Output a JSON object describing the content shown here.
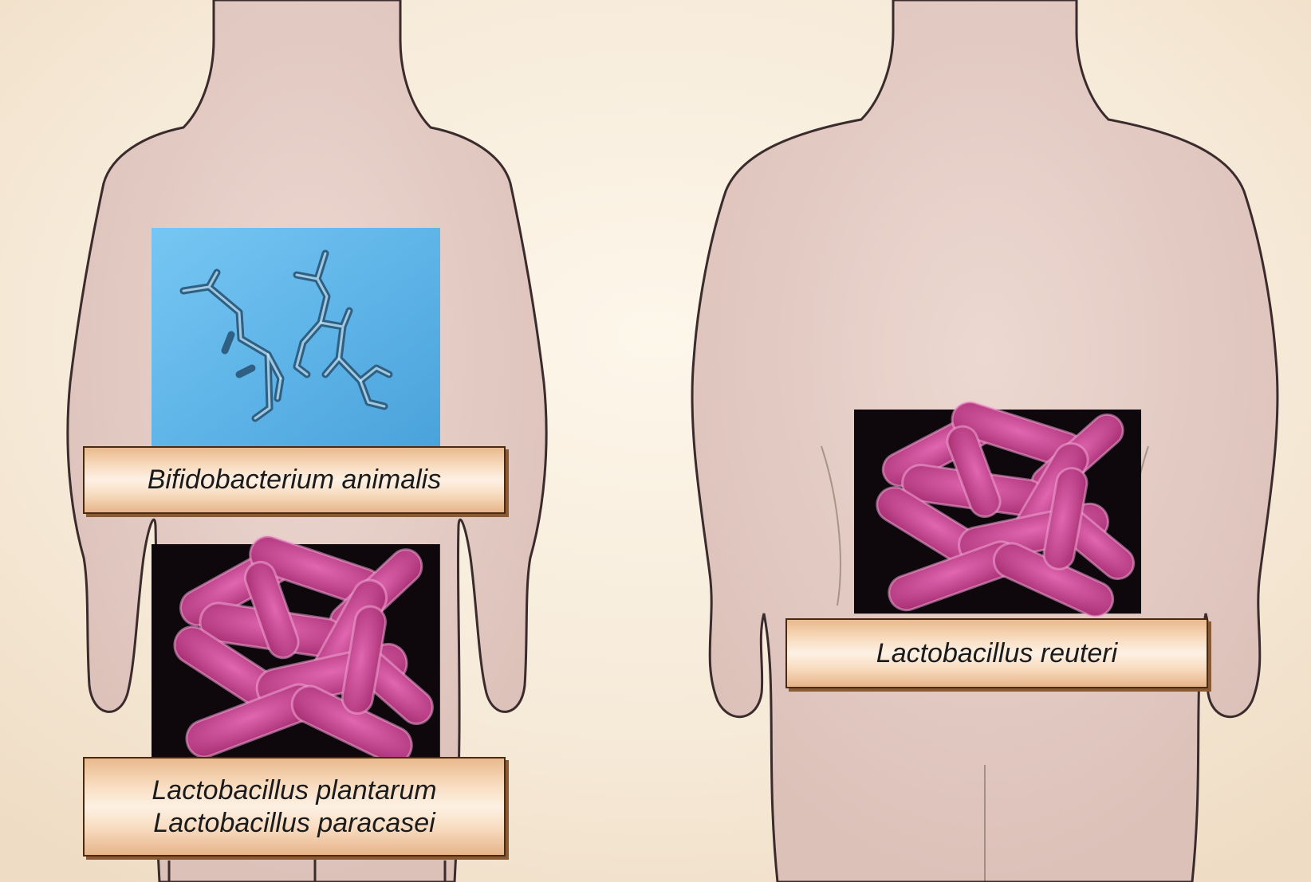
{
  "colors": {
    "background": "#f6ead8",
    "body_fill": "#e3cbc4",
    "body_outline": "#3a2c2c",
    "micrograph_blue": "#5bb3e6",
    "bacteria_magenta": "#c8428f",
    "micrograph_dark": "#0e080d",
    "label_fill": "#f6d6b6",
    "label_border": "#4b2a12"
  },
  "figures": {
    "lean": {
      "labels": {
        "bifidobacterium": "Bifidobacterium animalis",
        "lactobacillus_1": "Lactobacillus plantarum",
        "lactobacillus_2": "Lactobacillus paracasei"
      }
    },
    "obese": {
      "labels": {
        "lactobacillus": "Lactobacillus reuteri"
      }
    }
  }
}
